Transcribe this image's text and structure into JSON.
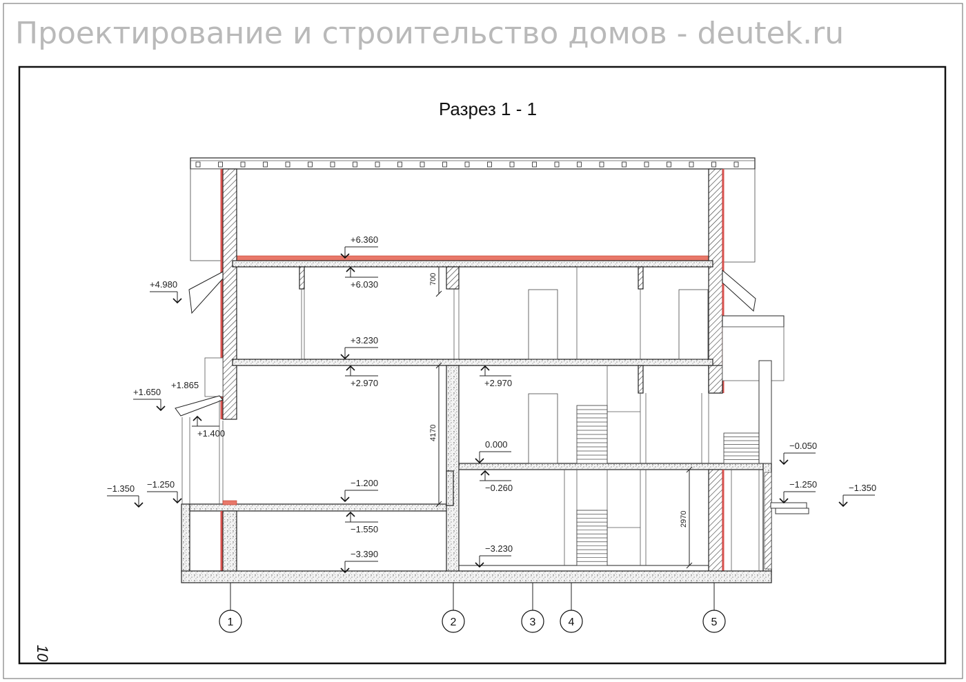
{
  "watermark": "Проектирование и строительство домов - deutek.ru",
  "drawing_title": "Разрез 1 - 1",
  "page_number": "10",
  "levels": {
    "roof": "+6.360",
    "top_ceiling": "+6.030",
    "eave": "+4.980",
    "floor2_top": "+3.230",
    "floor2_bottom": "+2.970",
    "floor2_bottom_right": "+2.970",
    "porch_roof_a": "+1.650",
    "porch_roof_b": "+1.865",
    "porch_beam": "+1.400",
    "zero": "0.000",
    "zero_bottom": "−0.260",
    "entrance_right": "−0.050",
    "ground_left": "−1.350",
    "porch_left": "−1.250",
    "slab_low_top": "−1.200",
    "slab_low_bottom": "−1.550",
    "basement_left": "−3.390",
    "basement_right": "−3.230",
    "porch_right": "−1.250",
    "ground_right": "−1.350"
  },
  "dimensions": {
    "d700": "700",
    "d4170": "4170",
    "d2970": "2970"
  },
  "axes": [
    "1",
    "2",
    "3",
    "4",
    "5"
  ]
}
